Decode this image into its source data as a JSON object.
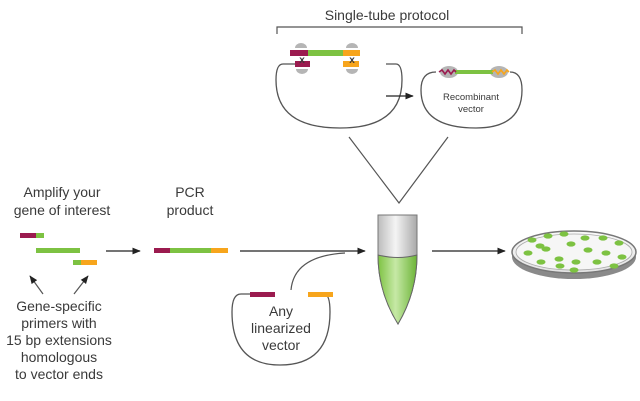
{
  "title": "Single-tube protocol",
  "labels": {
    "amplify_line1": "Amplify your",
    "amplify_line2": "gene of interest",
    "pcr_line1": "PCR",
    "pcr_line2": "product",
    "primers_lines": [
      "Gene-specific",
      "primers with",
      "15 bp extensions",
      "homologous",
      "to vector ends"
    ],
    "vector_lines": [
      "Any",
      "linearized",
      "vector"
    ],
    "recombinant_line1": "Recombinant",
    "recombinant_line2": "vector",
    "cross_mark": "x"
  },
  "colors": {
    "magenta": "#9b1b4f",
    "green": "#7dc242",
    "orange": "#f7a51c",
    "line": "#555555",
    "text": "#3a3a3a",
    "protein": "#b5b5b5"
  },
  "steps": [
    "Amplify gene",
    "PCR product",
    "Mix with linearized vector",
    "Single-tube reaction",
    "Transform / plate colonies"
  ]
}
